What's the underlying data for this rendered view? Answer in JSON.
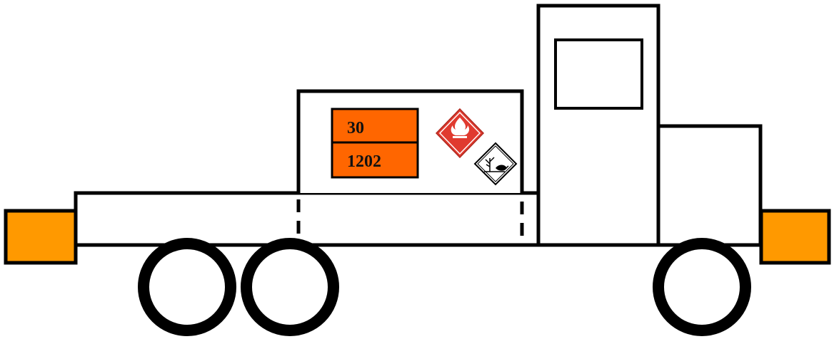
{
  "colors": {
    "outline": "#000000",
    "orange_plate": "#ff6600",
    "rear_marker": "#ff9900",
    "flammable_diamond": "#e03a2f",
    "env_diamond_fill": "#ffffff"
  },
  "orange_plate": {
    "hazard_id": "30",
    "un_number": "1202"
  },
  "labels": [
    {
      "icon": "flame-icon",
      "meaning": "flammable-liquid"
    },
    {
      "icon": "dead-tree-fish-icon",
      "meaning": "environmentally-hazardous"
    }
  ]
}
